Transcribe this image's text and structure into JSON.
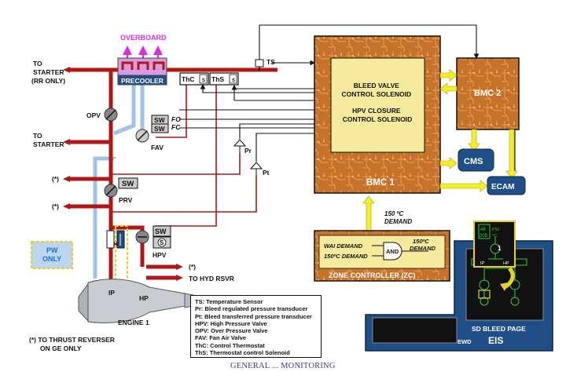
{
  "labels": {
    "overboard": "OVERBOARD",
    "precooler": "PRECOOLER",
    "to_starter_rr_1": "TO",
    "to_starter_rr_2": "STARTER",
    "to_starter_rr_3": "(RR ONLY)",
    "to_starter_1": "TO",
    "to_starter_2": "STARTER",
    "ts": "TS",
    "thc": "ThC",
    "ths": "ThS",
    "opv": "OPV",
    "fo": "FO",
    "fc": "FC",
    "fav": "FAV",
    "pr": "Pr",
    "pt": "Pt",
    "prv": "PRV",
    "hpv": "HPV",
    "sw": "SW",
    "s": "S",
    "star1": "(*)",
    "star2": "(*)",
    "star3": "(*)",
    "to_hyd_rsvr": "TO HYD RSVR",
    "pw_only_1": "PW",
    "pw_only_2": "ONLY",
    "ip": "IP",
    "hp": "HP",
    "engine": "ENGINE 1",
    "thrust_1": "(*) TO THRUST REVERSER",
    "thrust_2": "ON GE ONLY"
  },
  "bmc1": {
    "line1": "BLEED VALVE",
    "line2": "CONTROL SOLENOID",
    "line3": "HPV CLOSURE",
    "line4": "CONTROL SOLENOID",
    "title": "BMC 1"
  },
  "bmc2": "BMC 2",
  "cms": "CMS",
  "ecam": "ECAM",
  "demand": {
    "line1": "150 ºC",
    "line2": "DEMAND"
  },
  "zc": {
    "wai": "WAI DEMAND",
    "temp": "150ºC DEMAND",
    "and": "AND",
    "out1": "150ºC",
    "out2": "DEMAND",
    "title": "ZONE CONTROLLER (ZC)"
  },
  "eis": {
    "sd_bleed_page": "SD BLEED PAGE",
    "eis": "EIS",
    "ewd": "EWD",
    "inset_top": "48",
    "inset_psi": "PSI",
    "inset_val": "205",
    "inset_unit": "°C",
    "inset_one": "1",
    "inset_ip": "IP",
    "inset_hp": "HP"
  },
  "legend": [
    "TS: Temperature Sensor",
    "Pr: Bleed regulated pressure transducer",
    "Pt: Bleed transferred pressure transducer",
    "HPV: High Pressure Valve",
    "OPV: Over Pressure Valve",
    "FAV: Fan  Air Valve",
    "ThC: Control Thermostat",
    "ThS: Thermostat control Solenoid"
  ],
  "footer": "GENERAL ... MONITORING",
  "colors": {
    "duct": "#b01818",
    "fan_duct": "#9fc3e6",
    "bmc_board": "#c7722a",
    "box_blue": "#1f4f86",
    "arrow_yellow": "#f3ee2a",
    "overboard": "#d82fd8",
    "precooler": "#d69be0",
    "pw_fill": "#bcd6ef",
    "pw_border": "#e8cf2a"
  }
}
